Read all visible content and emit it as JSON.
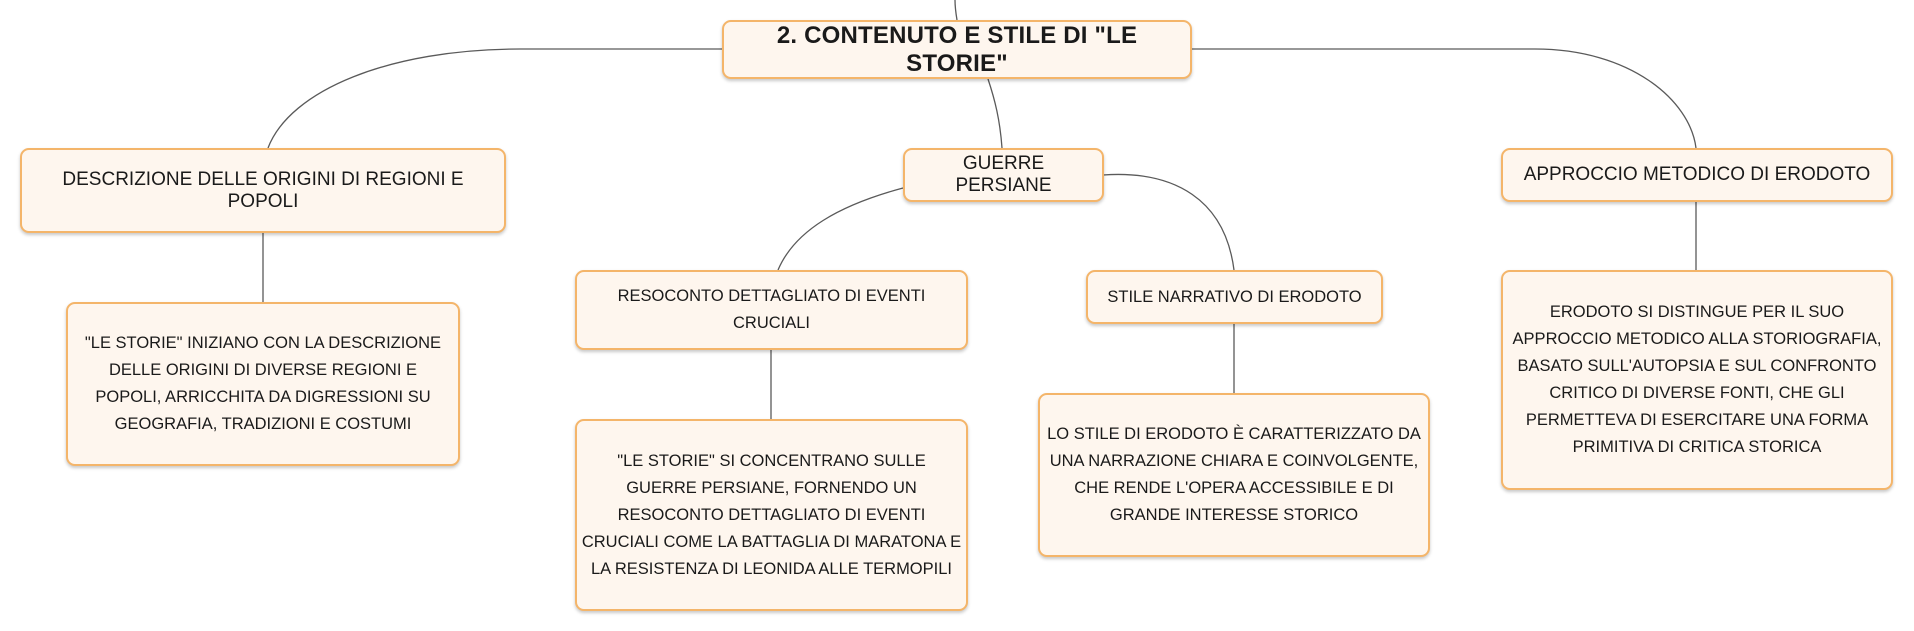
{
  "map": {
    "root": {
      "label": "2. CONTENUTO E STILE DI \"LE STORIE\""
    },
    "branch_origins": {
      "label": "DESCRIZIONE DELLE ORIGINI DI REGIONI E POPOLI",
      "detail": "\"LE STORIE\" INIZIANO CON LA DESCRIZIONE DELLE ORIGINI DI DIVERSE REGIONI E POPOLI, ARRICCHITA DA DIGRESSIONI SU GEOGRAFIA, TRADIZIONI E COSTUMI"
    },
    "branch_wars": {
      "label": "GUERRE PERSIANE",
      "events": {
        "label": "RESOCONTO DETTAGLIATO DI EVENTI CRUCIALI",
        "detail": "\"LE STORIE\" SI CONCENTRANO SULLE GUERRE PERSIANE, FORNENDO UN RESOCONTO DETTAGLIATO DI EVENTI CRUCIALI COME LA BATTAGLIA DI MARATONA E LA RESISTENZA DI LEONIDA ALLE TERMOPILI"
      },
      "style": {
        "label": "STILE NARRATIVO DI ERODOTO",
        "detail": "LO STILE DI ERODOTO È CARATTERIZZATO DA UNA NARRAZIONE CHIARA E COINVOLGENTE, CHE RENDE L'OPERA ACCESSIBILE E DI GRANDE INTERESSE STORICO"
      }
    },
    "branch_method": {
      "label": "APPROCCIO METODICO DI ERODOTO",
      "detail": "ERODOTO SI DISTINGUE PER IL SUO APPROCCIO METODICO ALLA STORIOGRAFIA, BASATO SULL'AUTOPSIA E SUL CONFRONTO CRITICO DI DIVERSE FONTI, CHE GLI PERMETTEVA DI ESERCITARE UNA FORMA PRIMITIVA DI CRITICA STORICA"
    }
  },
  "colors": {
    "node_border": "#f4b56a",
    "node_fill": "#fef6ee",
    "connector": "#5a5a5a"
  }
}
